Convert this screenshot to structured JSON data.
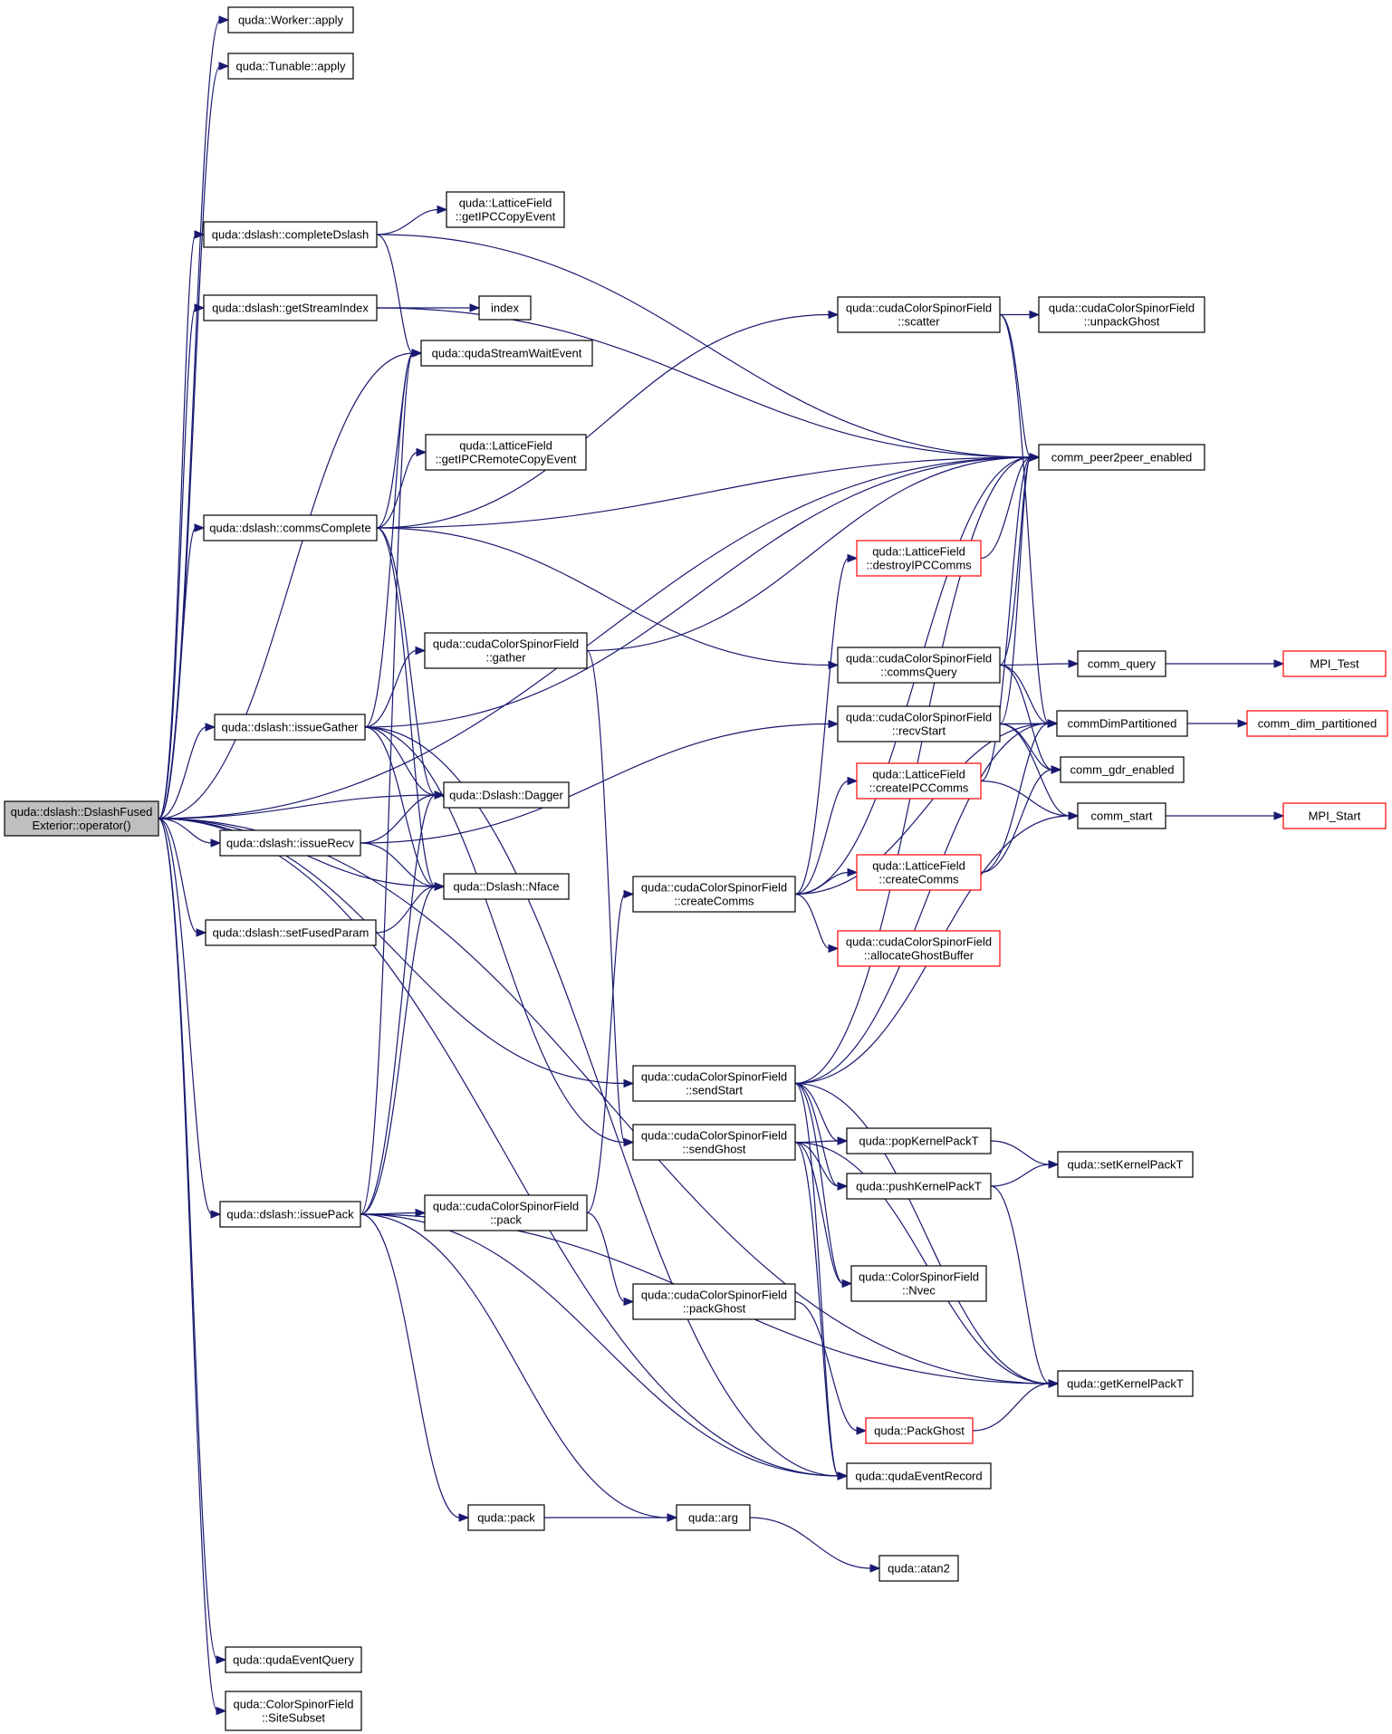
{
  "diagram": {
    "type": "call-graph",
    "colors": {
      "edge": "#191970",
      "node_border": "#000000",
      "node_border_truncated": "#ff0000",
      "root_fill": "#bfbfbf"
    },
    "nodes": [
      {
        "id": "root",
        "lines": [
          "quda::dslash::DslashFused",
          "Exterior::operator()"
        ],
        "style": "root"
      },
      {
        "id": "worker_apply",
        "lines": [
          "quda::Worker::apply"
        ]
      },
      {
        "id": "tunable_apply",
        "lines": [
          "quda::Tunable::apply"
        ]
      },
      {
        "id": "completeDslash",
        "lines": [
          "quda::dslash::completeDslash"
        ]
      },
      {
        "id": "getStreamIndex",
        "lines": [
          "quda::dslash::getStreamIndex"
        ]
      },
      {
        "id": "commsComplete",
        "lines": [
          "quda::dslash::commsComplete"
        ]
      },
      {
        "id": "issueGather",
        "lines": [
          "quda::dslash::issueGather"
        ]
      },
      {
        "id": "issueRecv",
        "lines": [
          "quda::dslash::issueRecv"
        ]
      },
      {
        "id": "setFusedParam",
        "lines": [
          "quda::dslash::setFusedParam"
        ]
      },
      {
        "id": "issuePack",
        "lines": [
          "quda::dslash::issuePack"
        ]
      },
      {
        "id": "qudaEventQuery",
        "lines": [
          "quda::qudaEventQuery"
        ]
      },
      {
        "id": "siteSubset",
        "lines": [
          "quda::ColorSpinorField",
          "::SiteSubset"
        ]
      },
      {
        "id": "getIPCCopyEvent",
        "lines": [
          "quda::LatticeField",
          "::getIPCCopyEvent"
        ]
      },
      {
        "id": "index",
        "lines": [
          "index"
        ]
      },
      {
        "id": "qudaStreamWaitEvent",
        "lines": [
          "quda::qudaStreamWaitEvent"
        ]
      },
      {
        "id": "getIPCRemoteCopyEvent",
        "lines": [
          "quda::LatticeField",
          "::getIPCRemoteCopyEvent"
        ]
      },
      {
        "id": "gather",
        "lines": [
          "quda::cudaColorSpinorField",
          "::gather"
        ]
      },
      {
        "id": "dagger",
        "lines": [
          "quda::Dslash::Dagger"
        ]
      },
      {
        "id": "nface",
        "lines": [
          "quda::Dslash::Nface"
        ]
      },
      {
        "id": "pack",
        "lines": [
          "quda::cudaColorSpinorField",
          "::pack"
        ]
      },
      {
        "id": "quda_pack",
        "lines": [
          "quda::pack"
        ]
      },
      {
        "id": "createComms",
        "lines": [
          "quda::cudaColorSpinorField",
          "::createComms"
        ]
      },
      {
        "id": "sendStart",
        "lines": [
          "quda::cudaColorSpinorField",
          "::sendStart"
        ]
      },
      {
        "id": "sendGhost",
        "lines": [
          "quda::cudaColorSpinorField",
          "::sendGhost"
        ]
      },
      {
        "id": "packGhost",
        "lines": [
          "quda::cudaColorSpinorField",
          "::packGhost"
        ]
      },
      {
        "id": "quda_arg",
        "lines": [
          "quda::arg"
        ]
      },
      {
        "id": "scatter",
        "lines": [
          "quda::cudaColorSpinorField",
          "::scatter"
        ]
      },
      {
        "id": "destroyIPCComms",
        "lines": [
          "quda::LatticeField",
          "::destroyIPCComms"
        ],
        "style": "red"
      },
      {
        "id": "commsQuery",
        "lines": [
          "quda::cudaColorSpinorField",
          "::commsQuery"
        ]
      },
      {
        "id": "recvStart",
        "lines": [
          "quda::cudaColorSpinorField",
          "::recvStart"
        ]
      },
      {
        "id": "createIPCComms",
        "lines": [
          "quda::LatticeField",
          "::createIPCComms"
        ],
        "style": "red"
      },
      {
        "id": "lf_createComms",
        "lines": [
          "quda::LatticeField",
          "::createComms"
        ],
        "style": "red"
      },
      {
        "id": "allocateGhostBuffer",
        "lines": [
          "quda::cudaColorSpinorField",
          "::allocateGhostBuffer"
        ],
        "style": "red"
      },
      {
        "id": "popKernelPackT",
        "lines": [
          "quda::popKernelPackT"
        ]
      },
      {
        "id": "pushKernelPackT",
        "lines": [
          "quda::pushKernelPackT"
        ]
      },
      {
        "id": "nvec",
        "lines": [
          "quda::ColorSpinorField",
          "::Nvec"
        ]
      },
      {
        "id": "packGhostRed",
        "lines": [
          "quda::PackGhost"
        ],
        "style": "red"
      },
      {
        "id": "qudaEventRecord",
        "lines": [
          "quda::qudaEventRecord"
        ]
      },
      {
        "id": "atan2",
        "lines": [
          "quda::atan2"
        ]
      },
      {
        "id": "unpackGhost",
        "lines": [
          "quda::cudaColorSpinorField",
          "::unpackGhost"
        ]
      },
      {
        "id": "peer2peer",
        "lines": [
          "comm_peer2peer_enabled"
        ]
      },
      {
        "id": "comm_query",
        "lines": [
          "comm_query"
        ]
      },
      {
        "id": "commDimPartitioned",
        "lines": [
          "commDimPartitioned"
        ]
      },
      {
        "id": "comm_gdr_enabled",
        "lines": [
          "comm_gdr_enabled"
        ]
      },
      {
        "id": "comm_start",
        "lines": [
          "comm_start"
        ]
      },
      {
        "id": "setKernelPackT",
        "lines": [
          "quda::setKernelPackT"
        ]
      },
      {
        "id": "getKernelPackT",
        "lines": [
          "quda::getKernelPackT"
        ]
      },
      {
        "id": "mpi_test",
        "lines": [
          "MPI_Test"
        ],
        "style": "red"
      },
      {
        "id": "comm_dim_partitioned",
        "lines": [
          "comm_dim_partitioned"
        ],
        "style": "red"
      },
      {
        "id": "mpi_start",
        "lines": [
          "MPI_Start"
        ],
        "style": "red"
      }
    ],
    "edges": [
      [
        "root",
        "worker_apply"
      ],
      [
        "root",
        "tunable_apply"
      ],
      [
        "root",
        "completeDslash"
      ],
      [
        "root",
        "getStreamIndex"
      ],
      [
        "root",
        "commsComplete"
      ],
      [
        "root",
        "issueGather"
      ],
      [
        "root",
        "issueRecv"
      ],
      [
        "root",
        "setFusedParam"
      ],
      [
        "root",
        "issuePack"
      ],
      [
        "root",
        "qudaEventQuery"
      ],
      [
        "root",
        "siteSubset"
      ],
      [
        "root",
        "qudaStreamWaitEvent"
      ],
      [
        "root",
        "dagger"
      ],
      [
        "root",
        "nface"
      ],
      [
        "root",
        "peer2peer"
      ],
      [
        "root",
        "sendStart"
      ],
      [
        "root",
        "qudaEventRecord"
      ],
      [
        "root",
        "getKernelPackT"
      ],
      [
        "completeDslash",
        "getIPCCopyEvent"
      ],
      [
        "completeDslash",
        "qudaStreamWaitEvent"
      ],
      [
        "completeDslash",
        "peer2peer"
      ],
      [
        "getStreamIndex",
        "index"
      ],
      [
        "getStreamIndex",
        "peer2peer"
      ],
      [
        "commsComplete",
        "qudaStreamWaitEvent"
      ],
      [
        "commsComplete",
        "getIPCRemoteCopyEvent"
      ],
      [
        "commsComplete",
        "peer2peer"
      ],
      [
        "commsComplete",
        "commsQuery"
      ],
      [
        "commsComplete",
        "dagger"
      ],
      [
        "commsComplete",
        "nface"
      ],
      [
        "commsComplete",
        "scatter"
      ],
      [
        "issueGather",
        "gather"
      ],
      [
        "issueGather",
        "dagger"
      ],
      [
        "issueGather",
        "nface"
      ],
      [
        "issueGather",
        "qudaStreamWaitEvent"
      ],
      [
        "issueGather",
        "qudaEventRecord"
      ],
      [
        "issueGather",
        "sendGhost"
      ],
      [
        "issueGather",
        "peer2peer"
      ],
      [
        "issueRecv",
        "dagger"
      ],
      [
        "issueRecv",
        "nface"
      ],
      [
        "issueRecv",
        "recvStart"
      ],
      [
        "setFusedParam",
        "nface"
      ],
      [
        "issuePack",
        "pack"
      ],
      [
        "issuePack",
        "quda_pack"
      ],
      [
        "issuePack",
        "quda_arg"
      ],
      [
        "issuePack",
        "dagger"
      ],
      [
        "issuePack",
        "nface"
      ],
      [
        "issuePack",
        "qudaEventRecord"
      ],
      [
        "issuePack",
        "getKernelPackT"
      ],
      [
        "issuePack",
        "qudaStreamWaitEvent"
      ],
      [
        "quda_pack",
        "quda_arg"
      ],
      [
        "quda_arg",
        "atan2"
      ],
      [
        "pack",
        "packGhost"
      ],
      [
        "pack",
        "createComms"
      ],
      [
        "packGhost",
        "packGhostRed"
      ],
      [
        "gather",
        "peer2peer"
      ],
      [
        "gather",
        "sendGhost"
      ],
      [
        "scatter",
        "unpackGhost"
      ],
      [
        "scatter",
        "peer2peer"
      ],
      [
        "scatter",
        "commDimPartitioned"
      ],
      [
        "commsQuery",
        "comm_query"
      ],
      [
        "commsQuery",
        "commDimPartitioned"
      ],
      [
        "commsQuery",
        "peer2peer"
      ],
      [
        "commsQuery",
        "comm_gdr_enabled"
      ],
      [
        "recvStart",
        "commDimPartitioned"
      ],
      [
        "recvStart",
        "comm_gdr_enabled"
      ],
      [
        "recvStart",
        "comm_start"
      ],
      [
        "recvStart",
        "peer2peer"
      ],
      [
        "comm_query",
        "mpi_test"
      ],
      [
        "commDimPartitioned",
        "comm_dim_partitioned"
      ],
      [
        "comm_start",
        "mpi_start"
      ],
      [
        "destroyIPCComms",
        "peer2peer"
      ],
      [
        "createIPCComms",
        "peer2peer"
      ],
      [
        "createIPCComms",
        "comm_start"
      ],
      [
        "lf_createComms",
        "commDimPartitioned"
      ],
      [
        "lf_createComms",
        "comm_gdr_enabled"
      ],
      [
        "createComms",
        "lf_createComms"
      ],
      [
        "createComms",
        "allocateGhostBuffer"
      ],
      [
        "createComms",
        "createIPCComms"
      ],
      [
        "createComms",
        "destroyIPCComms"
      ],
      [
        "createComms",
        "commDimPartitioned"
      ],
      [
        "createComms",
        "peer2peer"
      ],
      [
        "sendStart",
        "popKernelPackT"
      ],
      [
        "sendStart",
        "pushKernelPackT"
      ],
      [
        "sendStart",
        "nvec"
      ],
      [
        "sendStart",
        "getKernelPackT"
      ],
      [
        "sendStart",
        "commDimPartitioned"
      ],
      [
        "sendStart",
        "comm_start"
      ],
      [
        "sendStart",
        "peer2peer"
      ],
      [
        "sendStart",
        "qudaEventRecord"
      ],
      [
        "sendGhost",
        "popKernelPackT"
      ],
      [
        "sendGhost",
        "pushKernelPackT"
      ],
      [
        "sendGhost",
        "nvec"
      ],
      [
        "sendGhost",
        "getKernelPackT"
      ],
      [
        "sendGhost",
        "qudaEventRecord"
      ],
      [
        "popKernelPackT",
        "setKernelPackT"
      ],
      [
        "pushKernelPackT",
        "setKernelPackT"
      ],
      [
        "pushKernelPackT",
        "getKernelPackT"
      ],
      [
        "packGhostRed",
        "getKernelPackT"
      ]
    ]
  }
}
